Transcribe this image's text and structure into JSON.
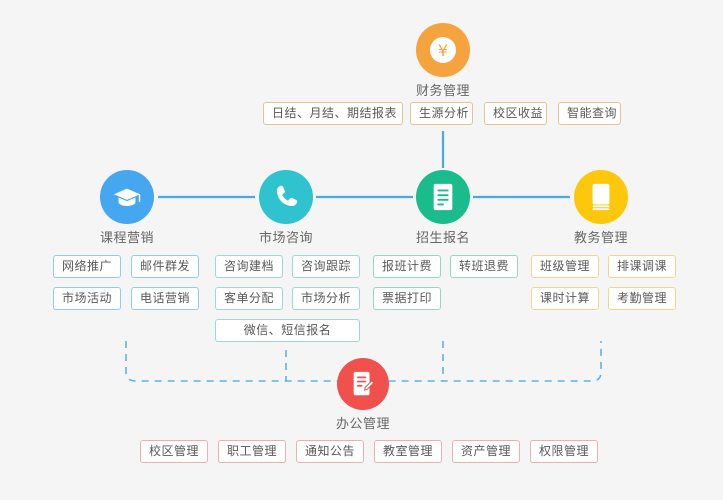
{
  "background": "#f5f5f5",
  "diagram": {
    "title_nodes": [
      {
        "id": "finance",
        "label": "财务管理",
        "icon": "yen-coin-icon",
        "color": "#f5a33c"
      },
      {
        "id": "course-marketing",
        "label": "课程营销",
        "icon": "graduation-cap-icon",
        "color": "#44a7ef"
      },
      {
        "id": "market-consult",
        "label": "市场咨询",
        "icon": "phone-icon",
        "color": "#2ec3ce"
      },
      {
        "id": "enrollment",
        "label": "招生报名",
        "icon": "document-lines-icon",
        "color": "#1abc8c"
      },
      {
        "id": "academic-affairs",
        "label": "教务管理",
        "icon": "book-icon",
        "color": "#fdc70c"
      },
      {
        "id": "office",
        "label": "办公管理",
        "icon": "document-edit-icon",
        "color": "#f0514c"
      }
    ],
    "finance_tags": [
      "日结、月结、期结报表",
      "生源分析",
      "校区收益",
      "智能查询"
    ],
    "course_marketing_tags": [
      "网络推广",
      "邮件群发",
      "市场活动",
      "电话营销"
    ],
    "market_consult_tags": [
      "咨询建档",
      "咨询跟踪",
      "客单分配",
      "市场分析",
      "微信、短信报名"
    ],
    "enrollment_tags": [
      "报班计费",
      "转班退费",
      "票据打印"
    ],
    "academic_tags": [
      "班级管理",
      "排课调课",
      "课时计算",
      "考勤管理"
    ],
    "office_tags": [
      "校区管理",
      "职工管理",
      "通知公告",
      "教室管理",
      "资产管理",
      "权限管理"
    ]
  }
}
